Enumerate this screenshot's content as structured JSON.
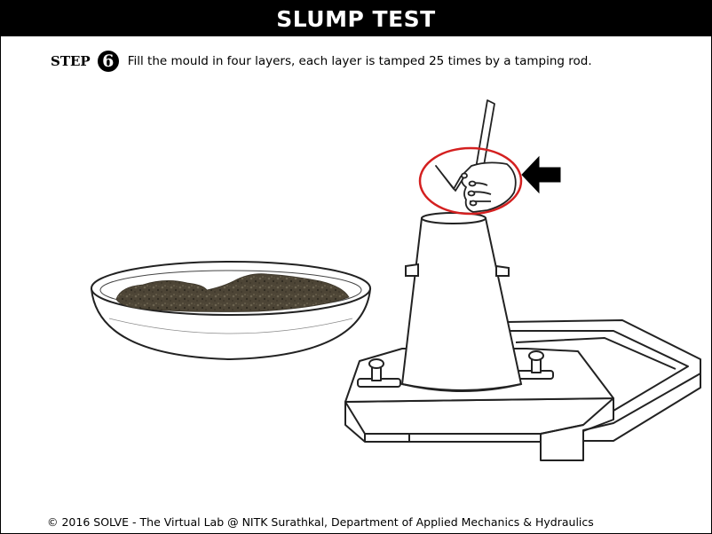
{
  "header": {
    "title": "SLUMP TEST"
  },
  "step": {
    "label": "STEP",
    "number": "6",
    "instruction": "Fill the mould in four layers, each layer is tamped 25 times by a tamping rod."
  },
  "illustration": {
    "items": [
      "mixing-tray-with-concrete",
      "slump-cone-mould",
      "base-plate",
      "hand-with-tamping-rod",
      "pointer-arrow"
    ],
    "colors": {
      "highlight_circle": "#d42020",
      "concrete": "#4a4334",
      "outline": "#222222"
    }
  },
  "footer": {
    "text": "© 2016 SOLVE - The Virtual Lab @ NITK Surathkal, Department of Applied Mechanics & Hydraulics"
  }
}
